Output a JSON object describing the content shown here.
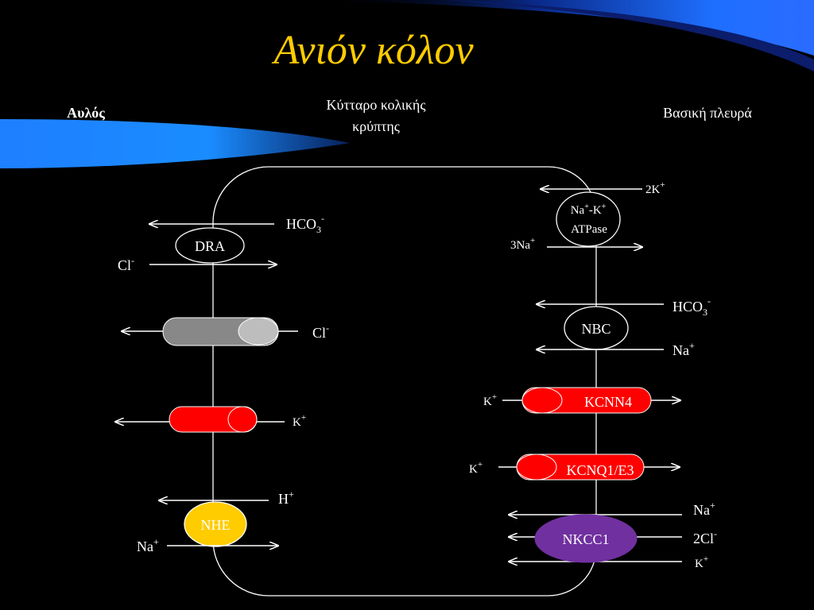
{
  "title": "Ανιόν κόλον",
  "headers": {
    "lumen": "Αυλός",
    "cell_line1": "Κύτταρο κολικής",
    "cell_line2": "κρύπτης",
    "basal": "Βασική πλευρά"
  },
  "apical": {
    "dra": "DRA",
    "hco3": "HCO",
    "hco3_sub": "3",
    "hco3_sup": "-",
    "cl_in": "Cl",
    "cl_in_sup": "-",
    "cl_out": "Cl",
    "cl_out_sup": "-",
    "k": "K",
    "k_sup": "+",
    "nhe": "NHE",
    "h": "H",
    "h_sup": "+",
    "na": "Na",
    "na_sup": "+"
  },
  "basolateral": {
    "pump_line1_a": "Na",
    "pump_line1_sup1": "+",
    "pump_line1_b": "-K",
    "pump_line1_sup2": "+",
    "pump_line2": "ATPase",
    "k2": "2K",
    "k2_sup": "+",
    "na3": "3Na",
    "na3_sup": "+",
    "nbc": "NBC",
    "hco3": "HCO",
    "hco3_sub": "3",
    "hco3_sup": "-",
    "nbc_na": "Na",
    "nbc_na_sup": "+",
    "kcnn4": "KCNN4",
    "kcnn4_k": "K",
    "kcnn4_k_sup": "+",
    "kcnq": "KCNQ1/E3",
    "kcnq_k": "K",
    "kcnq_k_sup": "+",
    "nkcc1": "NKCC1",
    "nkcc_na": "Na",
    "nkcc_na_sup": "+",
    "nkcc_cl": "2Cl",
    "nkcc_cl_sup": "-",
    "nkcc_k": "K",
    "nkcc_k_sup": "+"
  },
  "colors": {
    "title": "#ffcc00",
    "red_channel": "#ff0000",
    "gray_channel": "#888888",
    "nhe": "#ffcc00",
    "nkcc1": "#7030a0",
    "swoosh": "#1e90ff"
  }
}
